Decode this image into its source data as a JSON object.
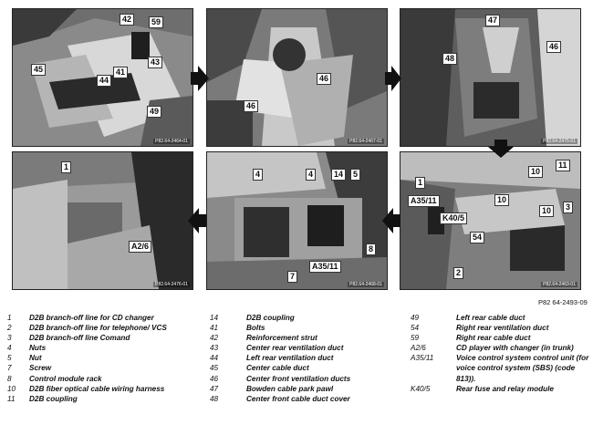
{
  "photos": [
    {
      "id": "p1",
      "ref": "P82.64-2464-01",
      "callouts": [
        "42",
        "59",
        "41",
        "43",
        "45",
        "44",
        "49"
      ]
    },
    {
      "id": "p2",
      "ref": "P82.64-2467-01",
      "callouts": [
        "46",
        "46"
      ]
    },
    {
      "id": "p3",
      "ref": "P82.64-2475-01",
      "callouts": [
        "47",
        "48",
        "46"
      ]
    },
    {
      "id": "p4",
      "ref": "P82.64-2476-01",
      "callouts": [
        "1",
        "A2/6"
      ]
    },
    {
      "id": "p5",
      "ref": "P82.64-2468-01",
      "callouts": [
        "4",
        "4",
        "14",
        "5",
        "8",
        "A35/11",
        "7"
      ]
    },
    {
      "id": "p6",
      "ref": "P82.64-2463-01",
      "callouts": [
        "1",
        "10",
        "11",
        "10",
        "3",
        "10",
        "A35/11",
        "K40/5",
        "54",
        "2"
      ]
    }
  ],
  "figure_ref": "P82 64-2493-09",
  "legend": {
    "col1": [
      {
        "key": "1",
        "text": "D2B branch-off line for CD changer"
      },
      {
        "key": "2",
        "text": "D2B branch-off line for telephone/ VCS"
      },
      {
        "key": "3",
        "text": "D2B branch-off line Comand"
      },
      {
        "key": "4",
        "text": "Nuts"
      },
      {
        "key": "5",
        "text": "Nut"
      },
      {
        "key": "7",
        "text": "Screw"
      },
      {
        "key": "8",
        "text": "Control module rack"
      },
      {
        "key": "10",
        "text": "D2B fiber optical cable wiring harness"
      },
      {
        "key": "11",
        "text": "D2B coupling"
      }
    ],
    "col2": [
      {
        "key": "14",
        "text": "D2B coupling"
      },
      {
        "key": "41",
        "text": "Bolts"
      },
      {
        "key": "42",
        "text": "Reinforcement strut"
      },
      {
        "key": "43",
        "text": "Center rear ventilation duct"
      },
      {
        "key": "44",
        "text": "Left rear ventilation duct"
      },
      {
        "key": "45",
        "text": "Center cable duct"
      },
      {
        "key": "46",
        "text": "Center front ventilation ducts"
      },
      {
        "key": "47",
        "text": "Bowden cable park pawl"
      },
      {
        "key": "48",
        "text": "Center front cable duct cover"
      }
    ],
    "col3": [
      {
        "key": "49",
        "text": "Left rear cable duct"
      },
      {
        "key": "54",
        "text": "Right rear ventilation duct"
      },
      {
        "key": "59",
        "text": "Right rear cable duct"
      },
      {
        "key": "A2/6",
        "text": "CD player with changer (in trunk)"
      },
      {
        "key": "A35/11",
        "text": "Voice control system control unit (for voice control system (SBS) (code 813))."
      },
      {
        "key": "K40/5",
        "text": "Rear fuse and relay module"
      }
    ]
  }
}
